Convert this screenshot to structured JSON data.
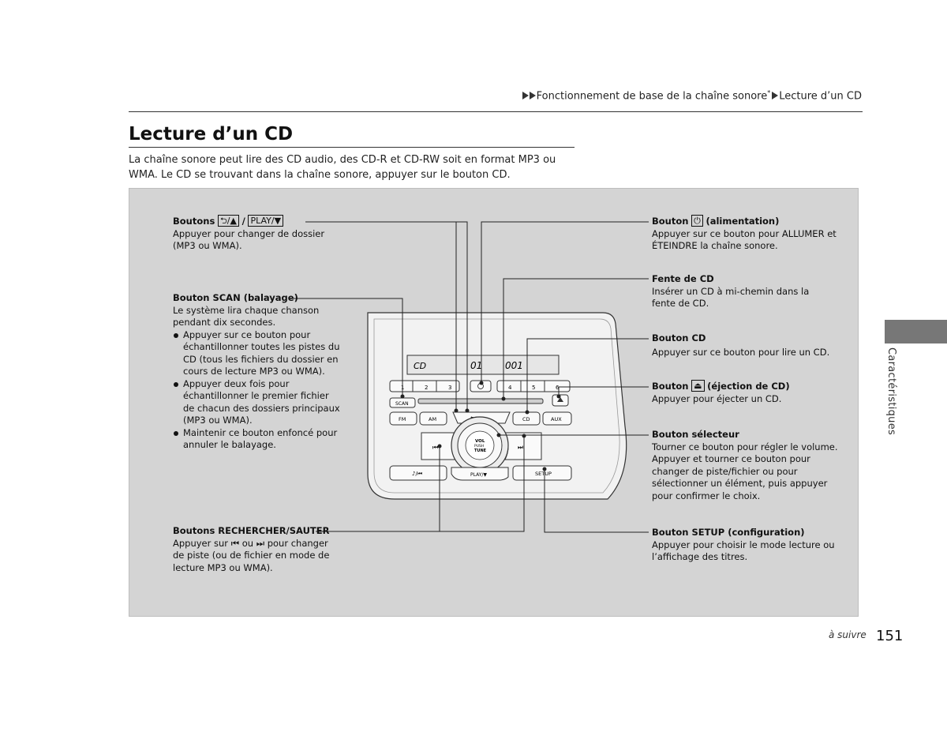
{
  "breadcrumb": {
    "section": "Fonctionnement de base de la chaîne sonore",
    "marker": "*",
    "page": "Lecture d’un CD"
  },
  "title": "Lecture d’un CD",
  "intro": "La chaîne sonore peut lire des CD audio, des CD-R et CD-RW soit en format MP3 ou WMA. Le CD se trouvant dans la chaîne sonore, appuyer sur le bouton CD.",
  "labels": {
    "folder": {
      "title_prefix": "Boutons",
      "key1": "⮌/▲",
      "sep": "/",
      "key2": "PLAY/▼",
      "text": "Appuyer pour changer de dossier (MP3 ou WMA)."
    },
    "scan": {
      "title": "Bouton SCAN (balayage)",
      "text": "Le système lira chaque chanson pendant dix secondes.",
      "bullets": [
        "Appuyer sur ce bouton pour échantillonner toutes les pistes du CD (tous les fichiers du dossier en cours de lecture MP3 ou WMA).",
        "Appuyer deux fois pour échantillonner le premier fichier de chacun des dossiers principaux (MP3 ou WMA).",
        "Maintenir ce bouton enfoncé pour annuler le balayage."
      ]
    },
    "seek": {
      "title": "Boutons RECHERCHER/SAUTER",
      "text_before": "Appuyer sur",
      "text_or": "ou",
      "text_after": "pour changer de piste (ou de fichier en mode de lecture MP3 ou WMA)."
    },
    "power": {
      "title_prefix": "Bouton",
      "key": "⏻",
      "title_suffix": "(alimentation)",
      "text": "Appuyer sur ce bouton pour ALLUMER et ÉTEINDRE la chaîne sonore."
    },
    "slot": {
      "title": "Fente de CD",
      "text": "Insérer un CD à mi-chemin dans la fente de CD."
    },
    "cd": {
      "title": "Bouton CD",
      "text": "Appuyer sur ce bouton pour lire un CD."
    },
    "eject": {
      "title_prefix": "Bouton",
      "key": "⏏",
      "title_suffix": "(éjection de CD)",
      "text": "Appuyer pour éjecter un CD."
    },
    "selector": {
      "title": "Bouton sélecteur",
      "text": "Tourner ce bouton pour régler le volume. Appuyer et tourner ce bouton pour changer de piste/fichier ou pour sélectionner un élément, puis appuyer pour confirmer le choix."
    },
    "setup": {
      "title": "Bouton SETUP (configuration)",
      "text": "Appuyer pour choisir le mode lecture ou l’affichage des titres."
    }
  },
  "radio": {
    "display_left": "CD",
    "display_mid": "01",
    "display_right": "001",
    "preset_labels": [
      "1",
      "2",
      "3",
      "4",
      "5",
      "6"
    ],
    "scan": "SCAN",
    "fm": "FM",
    "am": "AM",
    "cd": "CD",
    "aux": "AUX",
    "folder_up": "⮌/▲",
    "play_down": "PLAY/▼",
    "prev": "⏮",
    "next": "⏭",
    "music_search": "♪/⏮",
    "setup": "SETUP",
    "vol_line1": "VOL",
    "vol_line2": "PUSH",
    "vol_line3": "TUNE"
  },
  "side_tab": "Caractéristiques",
  "continued": "à suivre",
  "page_number": "151"
}
